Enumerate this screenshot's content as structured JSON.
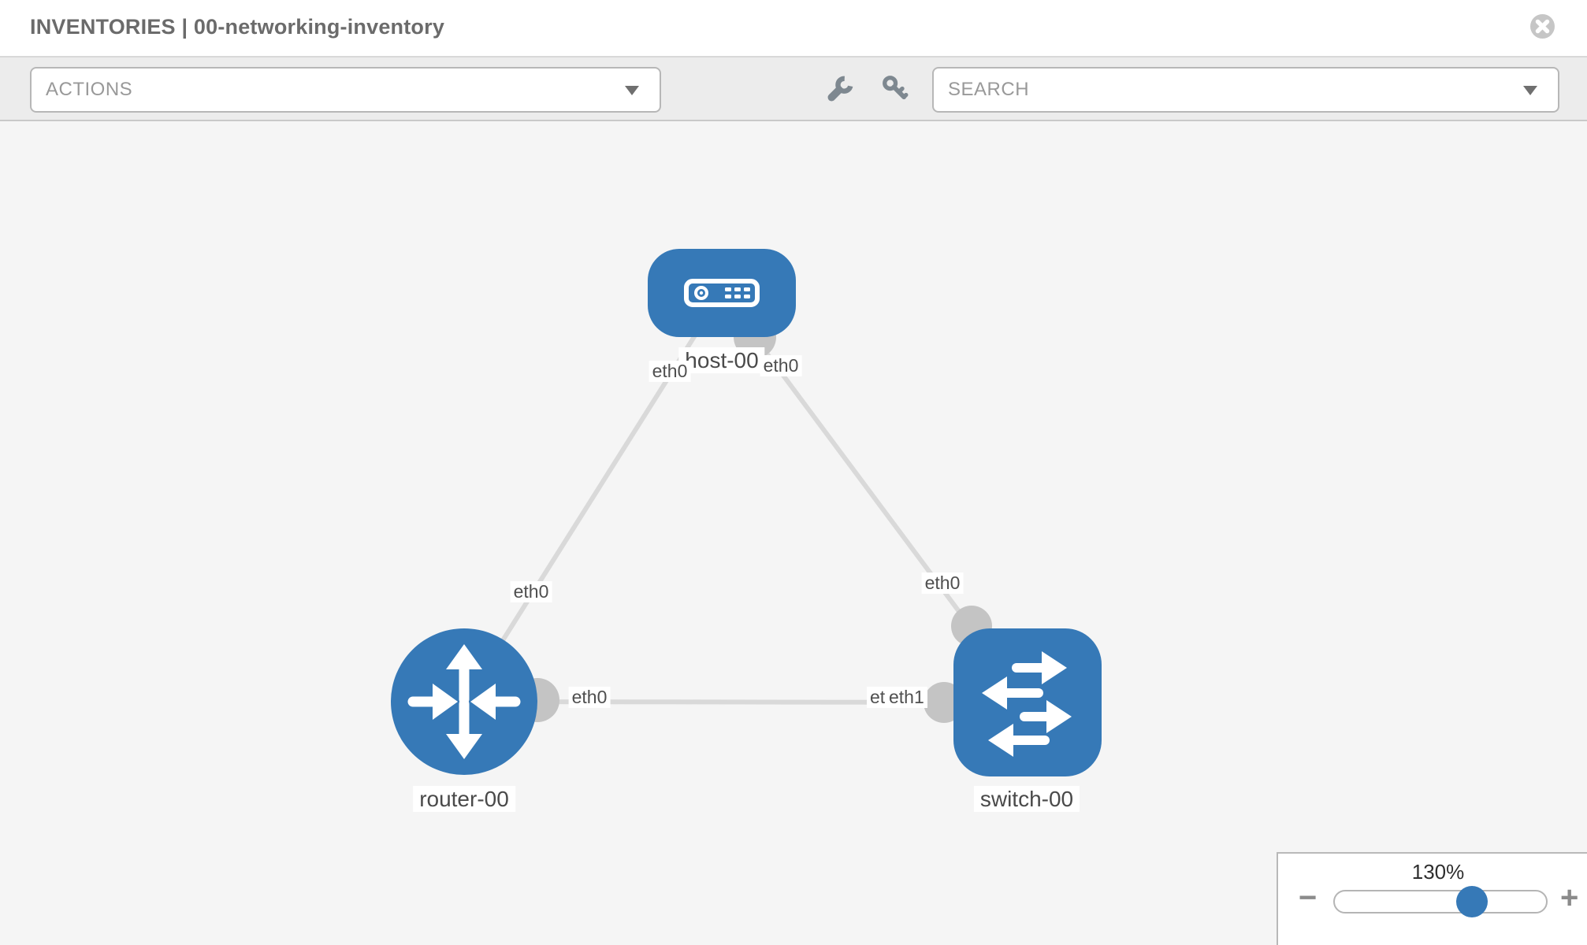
{
  "header": {
    "title": "INVENTORIES | 00-networking-inventory",
    "close_icon": "x-circle"
  },
  "toolbar": {
    "actions_placeholder": "ACTIONS",
    "search_placeholder": "SEARCH",
    "tool_icons": [
      "wrench-icon",
      "key-icon"
    ]
  },
  "topology": {
    "nodes": [
      {
        "id": "host-00",
        "type": "host",
        "label": "host-00"
      },
      {
        "id": "router-00",
        "type": "router",
        "label": "router-00"
      },
      {
        "id": "switch-00",
        "type": "switch",
        "label": "switch-00"
      }
    ],
    "links": [
      {
        "from": "host-00",
        "to": "router-00",
        "from_interface": "eth0",
        "to_interface": "eth0"
      },
      {
        "from": "host-00",
        "to": "switch-00",
        "from_interface": "eth0",
        "to_interface": "eth0"
      },
      {
        "from": "router-00",
        "to": "switch-00",
        "from_interface": "eth0",
        "to_interface": "eth1",
        "overlapped_interface": "eth0"
      }
    ]
  },
  "zoom_control": {
    "level": "130%",
    "minus_label": "−",
    "plus_label": "+"
  },
  "colors": {
    "node_blue": "#3679b7",
    "link_gray": "#d9d9d9",
    "connector_gray": "#c4c4c4",
    "canvas_bg": "#f5f5f5",
    "toolbar_bg": "#ececec",
    "title_gray": "#6b6b6b"
  }
}
